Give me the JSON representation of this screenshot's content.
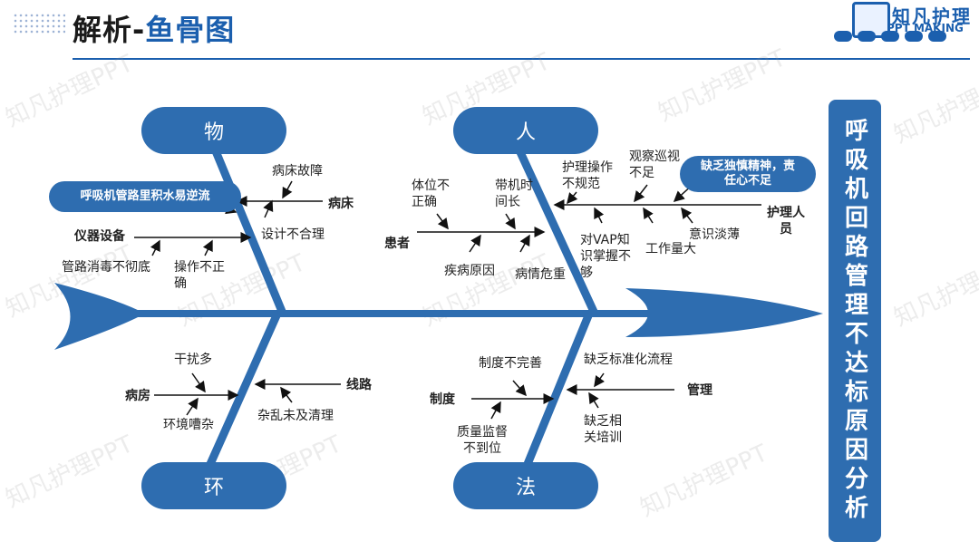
{
  "header": {
    "title_prefix": "解析-",
    "title_accent": "鱼骨图",
    "logo_text": "知凡护理",
    "logo_sub": "PPT MAKING"
  },
  "watermark": "知凡护理PPT",
  "head_text": "呼吸机回路管理不达标原因分析",
  "categories": {
    "wu": "物",
    "ren": "人",
    "huan": "环",
    "fa": "法"
  },
  "wu": {
    "bubble": "呼吸机管路里积水易逆流",
    "sub_bed": "病床",
    "bed_fault": "病床故障",
    "design": "设计不合理",
    "sub_device": "仪器设备",
    "disinfect": "管路消毒不彻底",
    "operation": "操作不正\n确"
  },
  "ren": {
    "bubble": "缺乏独慎精神，责\n任心不足",
    "sub_patient": "患者",
    "posture": "体位不\n正确",
    "time": "带机时\n间长",
    "disease": "疾病原因",
    "critical": "病情危重",
    "sub_staff": "护理人\n员",
    "nursing_op": "护理操作\n不规范",
    "observe": "观察巡视\n不足",
    "vap": "对VAP知\n识掌握不\n够",
    "workload": "工作量大",
    "awareness": "意识淡薄"
  },
  "huan": {
    "sub_ward": "病房",
    "interference": "干扰多",
    "noisy": "环境嘈杂",
    "sub_lines": "线路",
    "messy": "杂乱未及清理"
  },
  "fa": {
    "sub_system": "制度",
    "imperfect": "制度不完善",
    "quality": "质量监督\n不到位",
    "sub_manage": "管理",
    "no_process": "缺乏标准化流程",
    "no_training": "缺乏相\n关培训"
  }
}
